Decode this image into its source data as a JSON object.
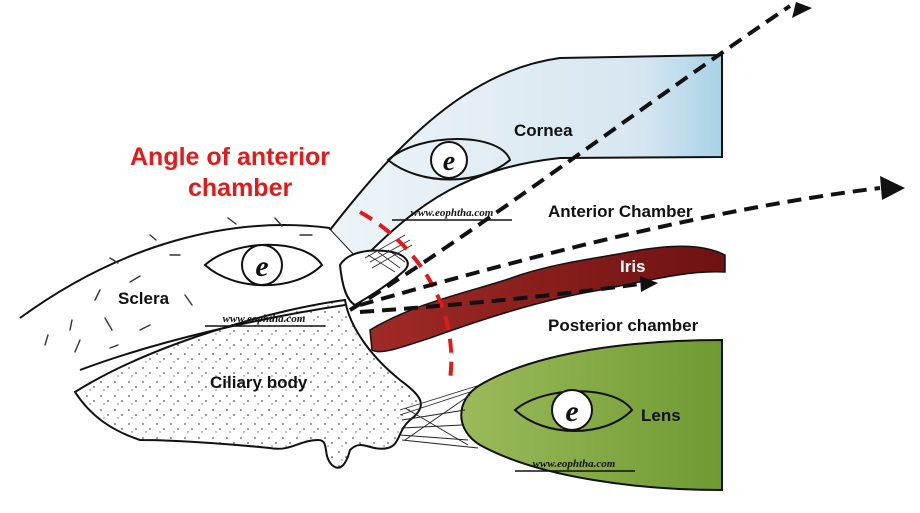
{
  "labels": {
    "angle_title_line1": "Angle of anterior",
    "angle_title_line2": "chamber",
    "cornea": "Cornea",
    "anterior_chamber": "Anterior Chamber",
    "iris": "Iris",
    "posterior_chamber": "Posterior chamber",
    "sclera": "Sclera",
    "ciliary_body": "Ciliary body",
    "lens": "Lens"
  },
  "watermark": {
    "url": "www.eophtha.com",
    "letter": "e",
    "icon": "eye-logo-icon"
  },
  "colors": {
    "angle_label": "#e01b1b",
    "cornea_fill": "#dbe8f1",
    "cornea_edge": "#a9d3e6",
    "iris_fill": "#7a1616",
    "lens_fill": "#7ea43e",
    "outline": "#111111"
  }
}
